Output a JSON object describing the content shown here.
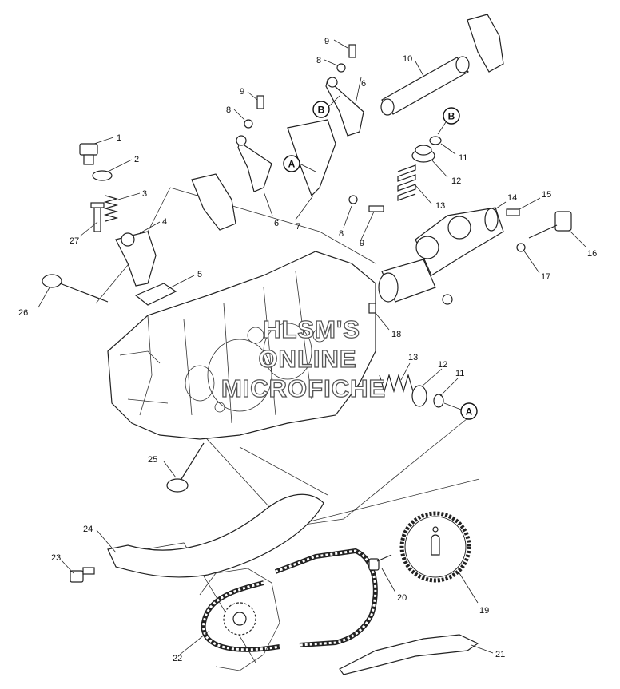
{
  "watermark": {
    "line1": "HLSM'S",
    "line2": "ONLINE",
    "line3": "MICROFICHE"
  },
  "callouts": [
    "1",
    "2",
    "3",
    "4",
    "5",
    "6",
    "6",
    "7",
    "8",
    "8",
    "8",
    "9",
    "9",
    "9",
    "10",
    "11",
    "11",
    "12",
    "12",
    "13",
    "13",
    "14",
    "15",
    "16",
    "17",
    "18",
    "19",
    "20",
    "21",
    "22",
    "23",
    "24",
    "25",
    "26",
    "27"
  ],
  "refs": {
    "a": "A",
    "b": "B"
  }
}
